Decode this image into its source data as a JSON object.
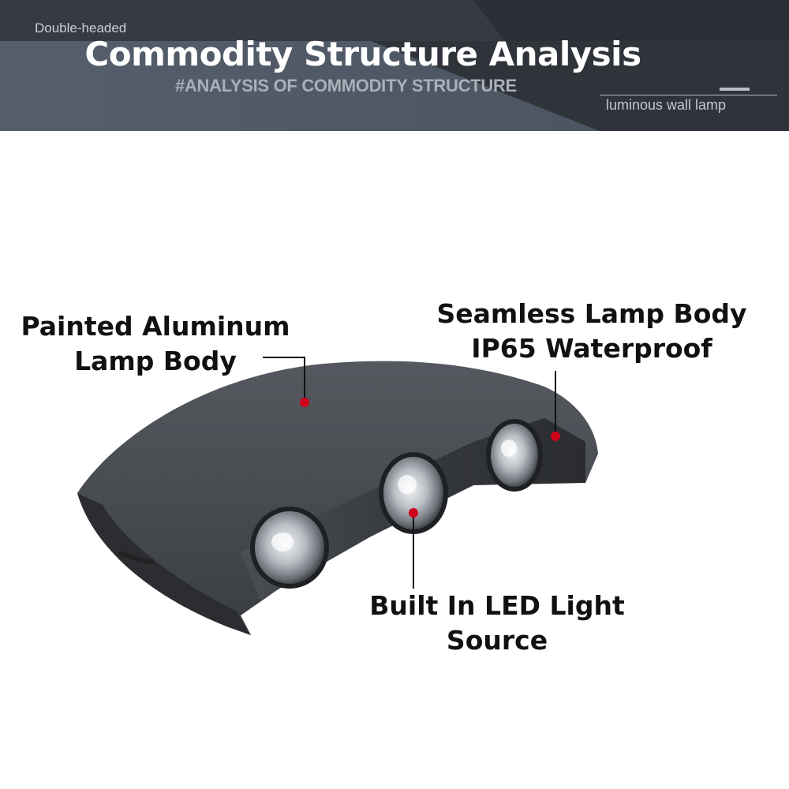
{
  "header": {
    "tag_top": "Double-headed",
    "title": "Commodity Structure Analysis",
    "subtitle": "#ANALYSIS OF COMMODITY STRUCTURE",
    "tag_bottom": "luminous wall lamp"
  },
  "callouts": {
    "body": {
      "line1": "Painted Aluminum",
      "line2": "Lamp Body"
    },
    "seamless": {
      "line1": "Seamless Lamp Body",
      "line2": "IP65 Waterproof"
    },
    "led": {
      "line1": "Built In LED Light Source"
    }
  },
  "colors": {
    "banner_dark": "#30343b",
    "banner_light": "#4e5763",
    "lamp_body": "#3a3d42",
    "marker_dot": "#d0021b",
    "text": "#111111"
  }
}
